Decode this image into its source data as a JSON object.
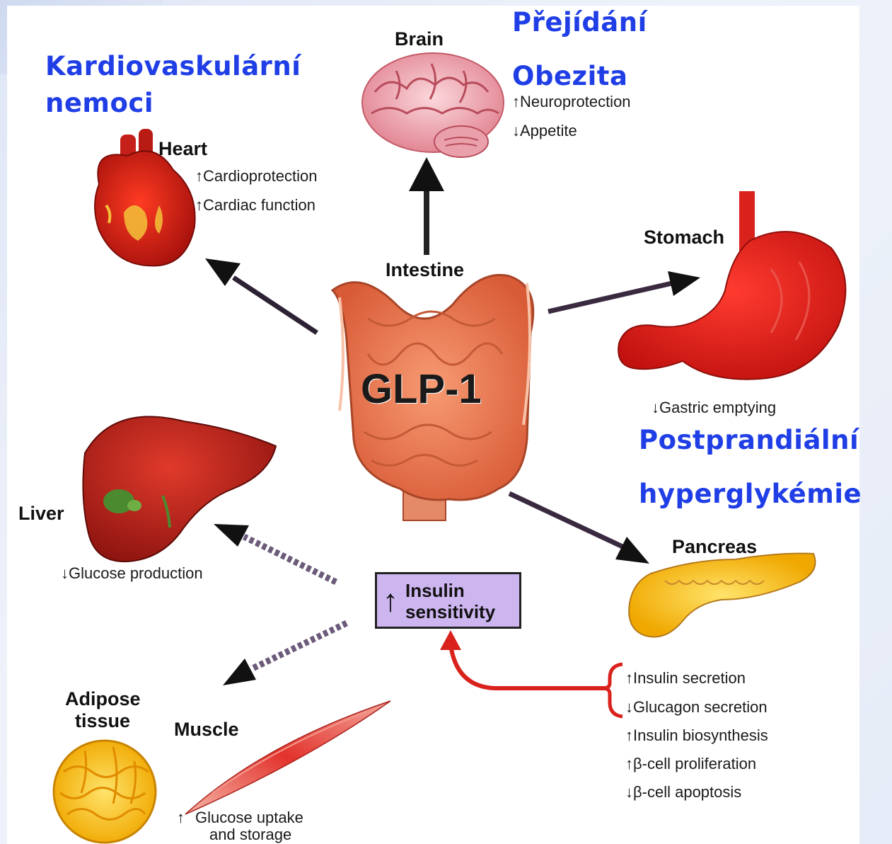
{
  "labels": {
    "kardio_line1": "Kardiovaskulární",
    "kardio_line2": "nemoci",
    "prejidani": "Přejídání",
    "obezita": "Obezita",
    "postprandialni": "Postprandiální",
    "hyperglykemie": "hyperglykémie"
  },
  "center": {
    "glp": "GLP-1",
    "intestine": "Intestine"
  },
  "brain": {
    "title": "Brain",
    "effects": [
      {
        "dir": "↑",
        "text": "Neuroprotection"
      },
      {
        "dir": "↓",
        "text": "Appetite"
      }
    ]
  },
  "heart": {
    "title": "Heart",
    "effects": [
      {
        "dir": "↑",
        "text": "Cardioprotection"
      },
      {
        "dir": "↑",
        "text": "Cardiac function"
      }
    ]
  },
  "stomach": {
    "title": "Stomach",
    "effects": [
      {
        "dir": "↓",
        "text": "Gastric emptying"
      }
    ]
  },
  "liver": {
    "title": "Liver",
    "effects": [
      {
        "dir": "↓",
        "text": "Glucose production"
      }
    ]
  },
  "pancreas": {
    "title": "Pancreas",
    "effects": [
      {
        "dir": "↑",
        "text": "Insulin secretion"
      },
      {
        "dir": "↓",
        "text": "Glucagon secretion"
      },
      {
        "dir": "↑",
        "text": "Insulin biosynthesis"
      },
      {
        "dir": "↑",
        "text": "β-cell proliferation"
      },
      {
        "dir": "↓",
        "text": "β-cell apoptosis"
      }
    ]
  },
  "insulin_box": {
    "arrow": "↑",
    "line1": "Insulin",
    "line2": "sensitivity"
  },
  "adipose": {
    "line1": "Adipose",
    "line2": "tissue"
  },
  "muscle": {
    "title": "Muscle",
    "effect_dir": "↑",
    "effect_line1": "Glucose uptake",
    "effect_line2": "and storage"
  },
  "colors": {
    "blue_label": "#1f3ee6",
    "organ_red": "#d9221c",
    "intestine": "#e9764f",
    "brain": "#f0a4ad",
    "fat": "#f8c21a",
    "pancreas": "#f2c77a",
    "box": "#cdb6f0",
    "red_arrow": "#d9221c"
  },
  "icons": [
    "brain-icon",
    "heart-icon",
    "stomach-icon",
    "intestine-icon",
    "liver-icon",
    "pancreas-icon",
    "adipose-icon",
    "muscle-icon"
  ]
}
